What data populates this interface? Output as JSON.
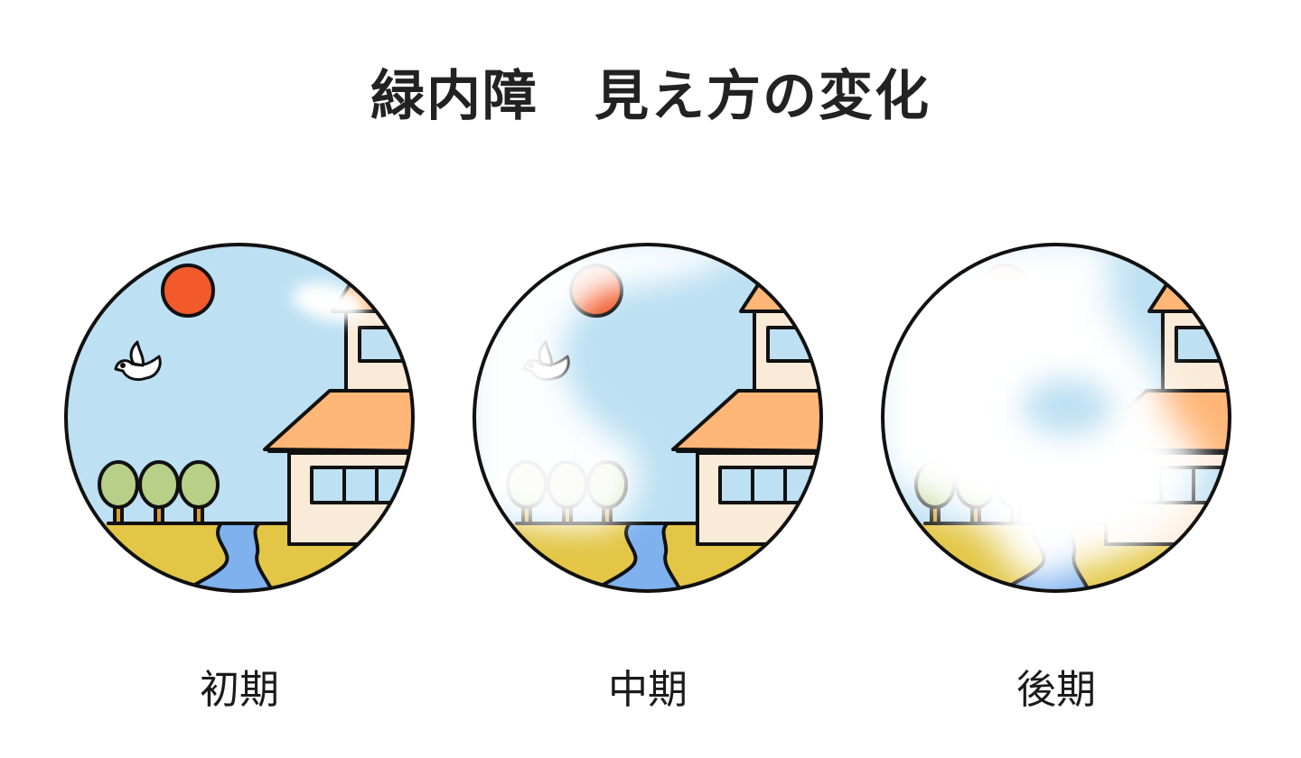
{
  "title": "緑内障　見え方の変化",
  "stages": [
    {
      "label": "初期",
      "fog_level": "small"
    },
    {
      "label": "中期",
      "fog_level": "medium"
    },
    {
      "label": "後期",
      "fog_level": "large"
    }
  ],
  "colors": {
    "sky": "#BDE0F3",
    "sun": "#F25A2B",
    "roof": "#FFB677",
    "wall": "#FAEBD8",
    "tree": "#B8CF88",
    "trunk": "#D9A02A",
    "ground": "#E3C646",
    "river": "#7EB1EE",
    "outline": "#111111"
  }
}
